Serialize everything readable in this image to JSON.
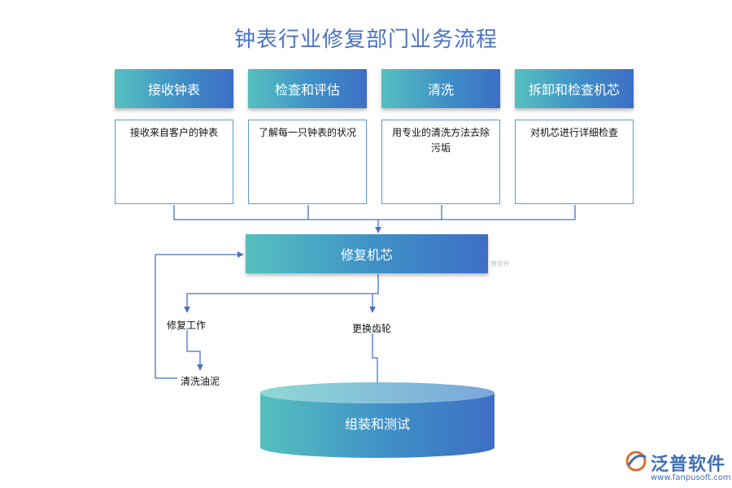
{
  "title": "钟表行业修复部门业务流程",
  "steps": [
    {
      "head": "接收钟表",
      "desc": "接收来自客户的钟表"
    },
    {
      "head": "检查和评估",
      "desc": "了解每一只钟表的状况"
    },
    {
      "head": "清洗",
      "desc": "用专业的清洗方法去除污垢"
    },
    {
      "head": "拆卸和检查机芯",
      "desc": "对机芯进行详细检查"
    }
  ],
  "repair": "修复机芯",
  "branches": {
    "repair_work": "修复工作",
    "clean_oil": "清洗油泥",
    "replace_gear": "更换齿轮"
  },
  "final": "组装和测试",
  "watermark": "普软件",
  "logo": {
    "name": "泛普软件",
    "url": "www.fanpusoft.com"
  },
  "colors": {
    "accent": "#4a72c4",
    "box_start": "#55c0bf",
    "box_end": "#3d6fc5",
    "line": "#4472c4"
  }
}
